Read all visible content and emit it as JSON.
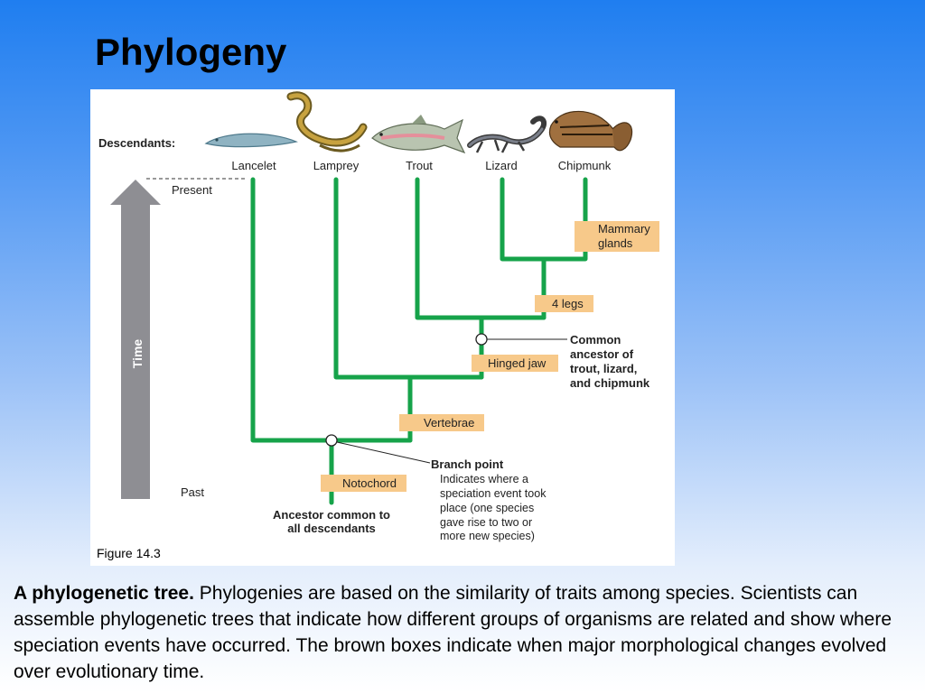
{
  "slide": {
    "title": "Phylogeny"
  },
  "figure": {
    "descendants_label": "Descendants:",
    "species": {
      "lancelet": "Lancelet",
      "lamprey": "Lamprey",
      "trout": "Trout",
      "lizard": "Lizard",
      "chipmunk": "Chipmunk"
    },
    "time_axis": {
      "label": "Time",
      "present": "Present",
      "past": "Past"
    },
    "traits": {
      "mammary_line1": "Mammary",
      "mammary_line2": "glands",
      "four_legs": "4 legs",
      "hinged_jaw": "Hinged jaw",
      "vertebrae": "Vertebrae",
      "notochord": "Notochord"
    },
    "common_ancestor_note": [
      "Common",
      "ancestor of",
      "trout, lizard,",
      "and chipmunk"
    ],
    "branch_point_title": "Branch point",
    "branch_point_note": [
      "Indicates where a",
      "speciation event took",
      "place (one species",
      "gave rise to two or",
      "more new species)"
    ],
    "root_note": [
      "Ancestor common to",
      "all descendants"
    ],
    "figure_number": "Figure 14.3"
  },
  "caption": {
    "lead": "A phylogenetic tree.",
    "body": " Phylogenies are based on the similarity of traits among species. Scientists can assemble phylogenetic trees that indicate how different groups of organisms are related and show where speciation events have occurred. The brown boxes indicate when major morphological changes evolved over evolutionary time."
  },
  "colors": {
    "branch": "#16a34a",
    "trait_box": "#f7c98a",
    "arrow": "#8e8e93"
  }
}
